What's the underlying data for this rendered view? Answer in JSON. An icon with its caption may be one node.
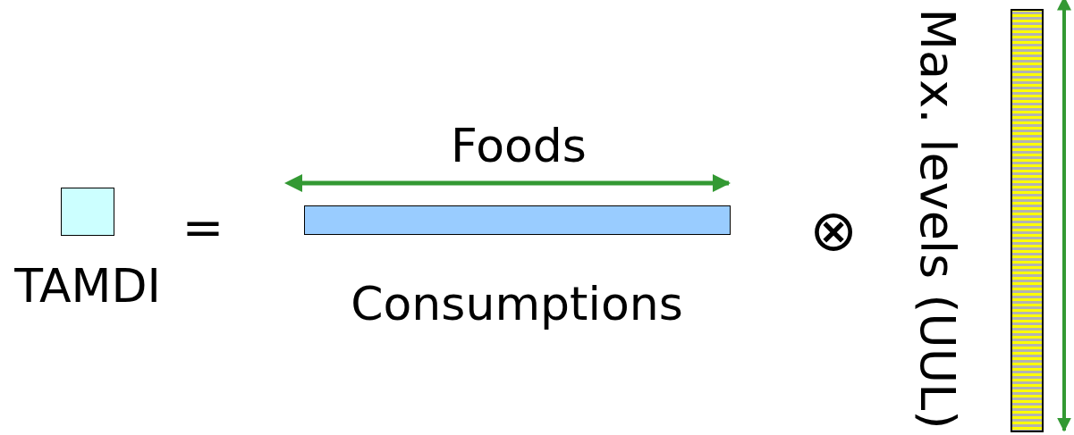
{
  "diagram": {
    "nodes": [
      {
        "text": [
          "TAMDI"
        ]
      },
      {
        "text": [
          "Consumptions"
        ]
      },
      {
        "text": [
          "Max. levels (UUL)"
        ]
      }
    ],
    "labels": [
      "=",
      "Foods",
      "⊗"
    ]
  }
}
